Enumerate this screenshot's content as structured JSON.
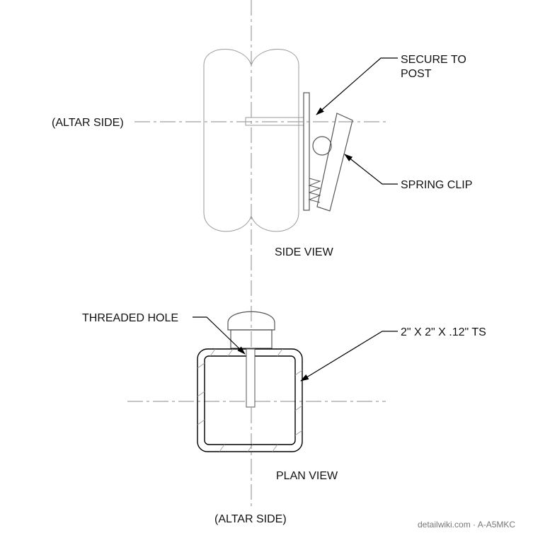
{
  "labels": {
    "secure_to_post_line1": "SECURE TO",
    "secure_to_post_line2": "POST",
    "spring_clip": "SPRING CLIP",
    "altar_side_top": "(ALTAR SIDE)",
    "side_view": "SIDE VIEW",
    "threaded_hole": "THREADED HOLE",
    "tube_spec": "2\" X 2\" X .12\" TS",
    "plan_view": "PLAN VIEW",
    "altar_side_bottom": "(ALTAR SIDE)"
  },
  "watermark": "detailwiki.com · A-A5MKC",
  "colors": {
    "line_light": "#9a9a9a",
    "line_dark": "#000000",
    "text": "#111111"
  }
}
